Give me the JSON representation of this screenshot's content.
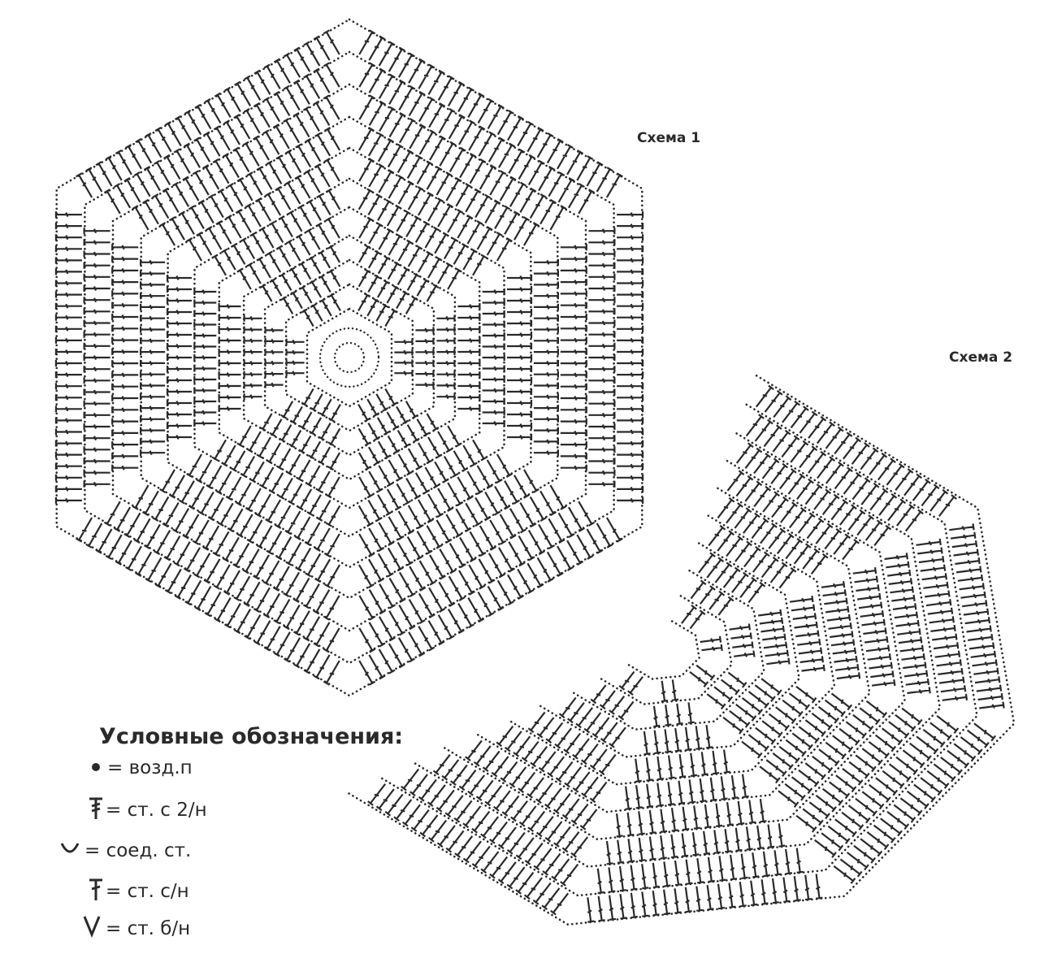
{
  "scheme1": {
    "label": "Схема 1"
  },
  "scheme2": {
    "label": "Схема 2"
  },
  "legend": {
    "title": "Условные обозначения:",
    "items": [
      {
        "symbol": "chain-dot",
        "text": "= возд.п"
      },
      {
        "symbol": "double-crochet-symbol",
        "text": "= ст. с 2/н"
      },
      {
        "symbol": "slip-stitch-arc",
        "text": "= соед. ст."
      },
      {
        "symbol": "single-crochet-symbol",
        "text": "= ст. с/н"
      },
      {
        "symbol": "treble-v-symbol",
        "text": "= ст. б/н"
      }
    ]
  },
  "colors": {
    "ink": "#2a2a2a",
    "background": "#ffffff"
  }
}
